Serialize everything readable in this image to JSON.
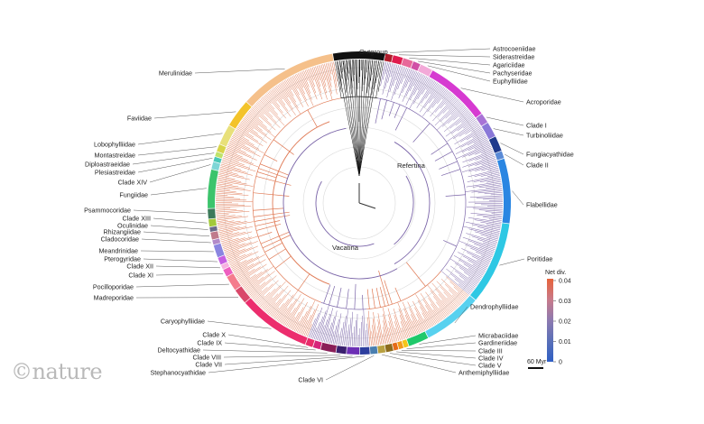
{
  "figure": {
    "internal_labels": {
      "outgroup": "Outgroup",
      "refertina": "Refertina",
      "vacatina": "Vacatina"
    },
    "logo": "©nature",
    "scale_bar_label": "60 Myr"
  },
  "legend": {
    "title": "Net div.",
    "ticks": [
      "0.04",
      "0.03",
      "0.02",
      "0.01",
      "0"
    ],
    "colors": [
      "#e8623a",
      "#c87a8a",
      "#8d7ab0",
      "#5a70b8",
      "#2f5fc4"
    ]
  },
  "colors": {
    "clade_a_branches": "#7a64a8",
    "clade_b_branches": "#e07a55",
    "outgroup_band": "#111111"
  },
  "families": [
    {
      "name": "Outgroup",
      "a0": -10,
      "a1": 10,
      "color": "#111111"
    },
    {
      "name": "Astrocoeniidae",
      "a0": 10,
      "a1": 13,
      "color": "#b01e2c"
    },
    {
      "name": "Siderastreidae",
      "a0": 13,
      "a1": 17,
      "color": "#e01b4e"
    },
    {
      "name": "Agariciidae",
      "a0": 17,
      "a1": 21,
      "color": "#e8689a"
    },
    {
      "name": "Pachyseridae",
      "a0": 21,
      "a1": 24,
      "color": "#d14fa6"
    },
    {
      "name": "Euphylliidae",
      "a0": 24,
      "a1": 29,
      "color": "#f3a9d8"
    },
    {
      "name": "Acroporidae",
      "a0": 29,
      "a1": 54,
      "color": "#d63ad1"
    },
    {
      "name": "Clade I",
      "a0": 54,
      "a1": 58,
      "color": "#a873d6"
    },
    {
      "name": "Turbinoliidae",
      "a0": 58,
      "a1": 64,
      "color": "#8a78d8"
    },
    {
      "name": "Fungiacyathidae",
      "a0": 64,
      "a1": 70,
      "color": "#1f3a8c"
    },
    {
      "name": "Clade II",
      "a0": 70,
      "a1": 73,
      "color": "#5a8ad6"
    },
    {
      "name": "Flabellidae",
      "a0": 73,
      "a1": 98,
      "color": "#2a86e2"
    },
    {
      "name": "Poritidae",
      "a0": 98,
      "a1": 130,
      "color": "#2ec8e4"
    },
    {
      "name": "Dendrophylliidae",
      "a0": 130,
      "a1": 153,
      "color": "#58d1ef"
    },
    {
      "name": "Micrabaciidae",
      "a0": 153,
      "a1": 161,
      "color": "#1fc96a"
    },
    {
      "name": "Gardineriidae",
      "a0": 161,
      "a1": 163,
      "color": "#f5c518"
    },
    {
      "name": "Clade III",
      "a0": 163,
      "a1": 165,
      "color": "#f39a1a"
    },
    {
      "name": "Clade IV",
      "a0": 165,
      "a1": 167,
      "color": "#e56b17"
    },
    {
      "name": "Clade V",
      "a0": 167,
      "a1": 170,
      "color": "#8c6b1d"
    },
    {
      "name": "Anthemiphylliidae",
      "a0": 170,
      "a1": 173,
      "color": "#b8a040"
    },
    {
      "name": "Clade VI",
      "a0": 173,
      "a1": 176,
      "color": "#4a7fb0"
    },
    {
      "name": "Stephanocyathidae",
      "a0": 176,
      "a1": 180,
      "color": "#2d3e9e"
    },
    {
      "name": "Clade VII",
      "a0": 180,
      "a1": 185,
      "color": "#6d2fb5"
    },
    {
      "name": "Clade VIII",
      "a0": 185,
      "a1": 189,
      "color": "#3a1f6e"
    },
    {
      "name": "Deltocyathidae",
      "a0": 189,
      "a1": 195,
      "color": "#8a1e58"
    },
    {
      "name": "Clade IX",
      "a0": 195,
      "a1": 198,
      "color": "#d6237a"
    },
    {
      "name": "Clade X",
      "a0": 198,
      "a1": 201,
      "color": "#e82c6a"
    },
    {
      "name": "Caryophylliidae",
      "a0": 201,
      "a1": 229,
      "color": "#ec2d6d"
    },
    {
      "name": "Madreporidae",
      "a0": 229,
      "a1": 235,
      "color": "#d9486a"
    },
    {
      "name": "Pocilloporidae",
      "a0": 235,
      "a1": 241,
      "color": "#f47c8c"
    },
    {
      "name": "Clade XI",
      "a0": 241,
      "a1": 244,
      "color": "#ee5ec0"
    },
    {
      "name": "Clade XII",
      "a0": 244,
      "a1": 246,
      "color": "#f7b0e0"
    },
    {
      "name": "Pterogyridae",
      "a0": 246,
      "a1": 249,
      "color": "#c75fe2"
    },
    {
      "name": "Meandrinidae",
      "a0": 249,
      "a1": 254,
      "color": "#8a85e0"
    },
    {
      "name": "Cladocoridae",
      "a0": 254,
      "a1": 256,
      "color": "#b28ac8"
    },
    {
      "name": "Rhizangiidae",
      "a0": 256,
      "a1": 259,
      "color": "#c07a8c"
    },
    {
      "name": "Oculinidae",
      "a0": 259,
      "a1": 261,
      "color": "#6a6a8a"
    },
    {
      "name": "Clade XIII",
      "a0": 261,
      "a1": 264,
      "color": "#a3c93a"
    },
    {
      "name": "Psammocoridae",
      "a0": 264,
      "a1": 268,
      "color": "#3c7a5a"
    },
    {
      "name": "Fungiidae",
      "a0": 268,
      "a1": 283,
      "color": "#3cc46c"
    },
    {
      "name": "Clade XIV",
      "a0": 283,
      "a1": 286,
      "color": "#7ed6d6"
    },
    {
      "name": "Plesiastreidae",
      "a0": 286,
      "a1": 288,
      "color": "#4ac8b8"
    },
    {
      "name": "Diploastraeidae",
      "a0": 288,
      "a1": 290,
      "color": "#bfe36a"
    },
    {
      "name": "Montastreidae",
      "a0": 290,
      "a1": 293,
      "color": "#d8d44a"
    },
    {
      "name": "Lobophylliidae",
      "a0": 293,
      "a1": 301,
      "color": "#e8e07a"
    },
    {
      "name": "Faviidae",
      "a0": 301,
      "a1": 312,
      "color": "#f3c32a"
    },
    {
      "name": "Merulinidae",
      "a0": 312,
      "a1": 350,
      "color": "#f5c08a"
    }
  ]
}
